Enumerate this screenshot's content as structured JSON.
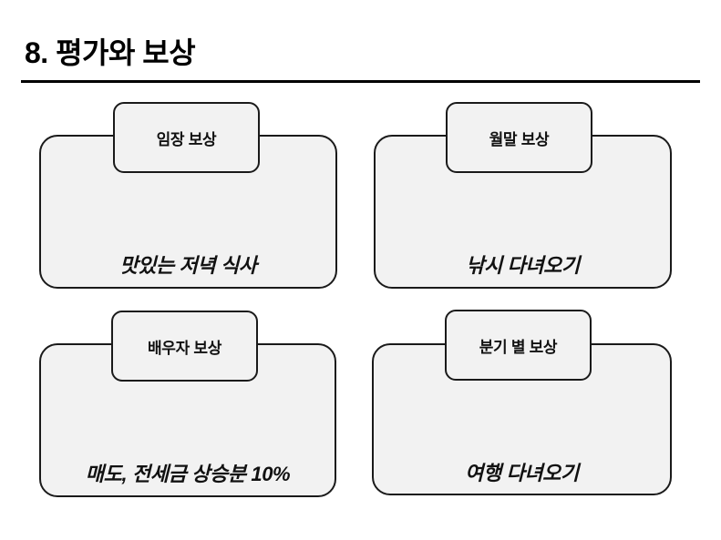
{
  "slide": {
    "title": "8. 평가와 보상",
    "background_color": "#FFFFFF",
    "rule_color": "#000000"
  },
  "style": {
    "card_fill": "#F2F2F2",
    "card_border": "#1A1A1A",
    "text_color": "#111111"
  },
  "cards": [
    {
      "header": "임장 보상",
      "body": "맛있는 저녁 식사"
    },
    {
      "header": "월말 보상",
      "body": "낚시 다녀오기"
    },
    {
      "header": "배우자 보상",
      "body": "매도, 전세금 상승분 10%"
    },
    {
      "header": "분기 별 보상",
      "body": "여행 다녀오기"
    }
  ]
}
